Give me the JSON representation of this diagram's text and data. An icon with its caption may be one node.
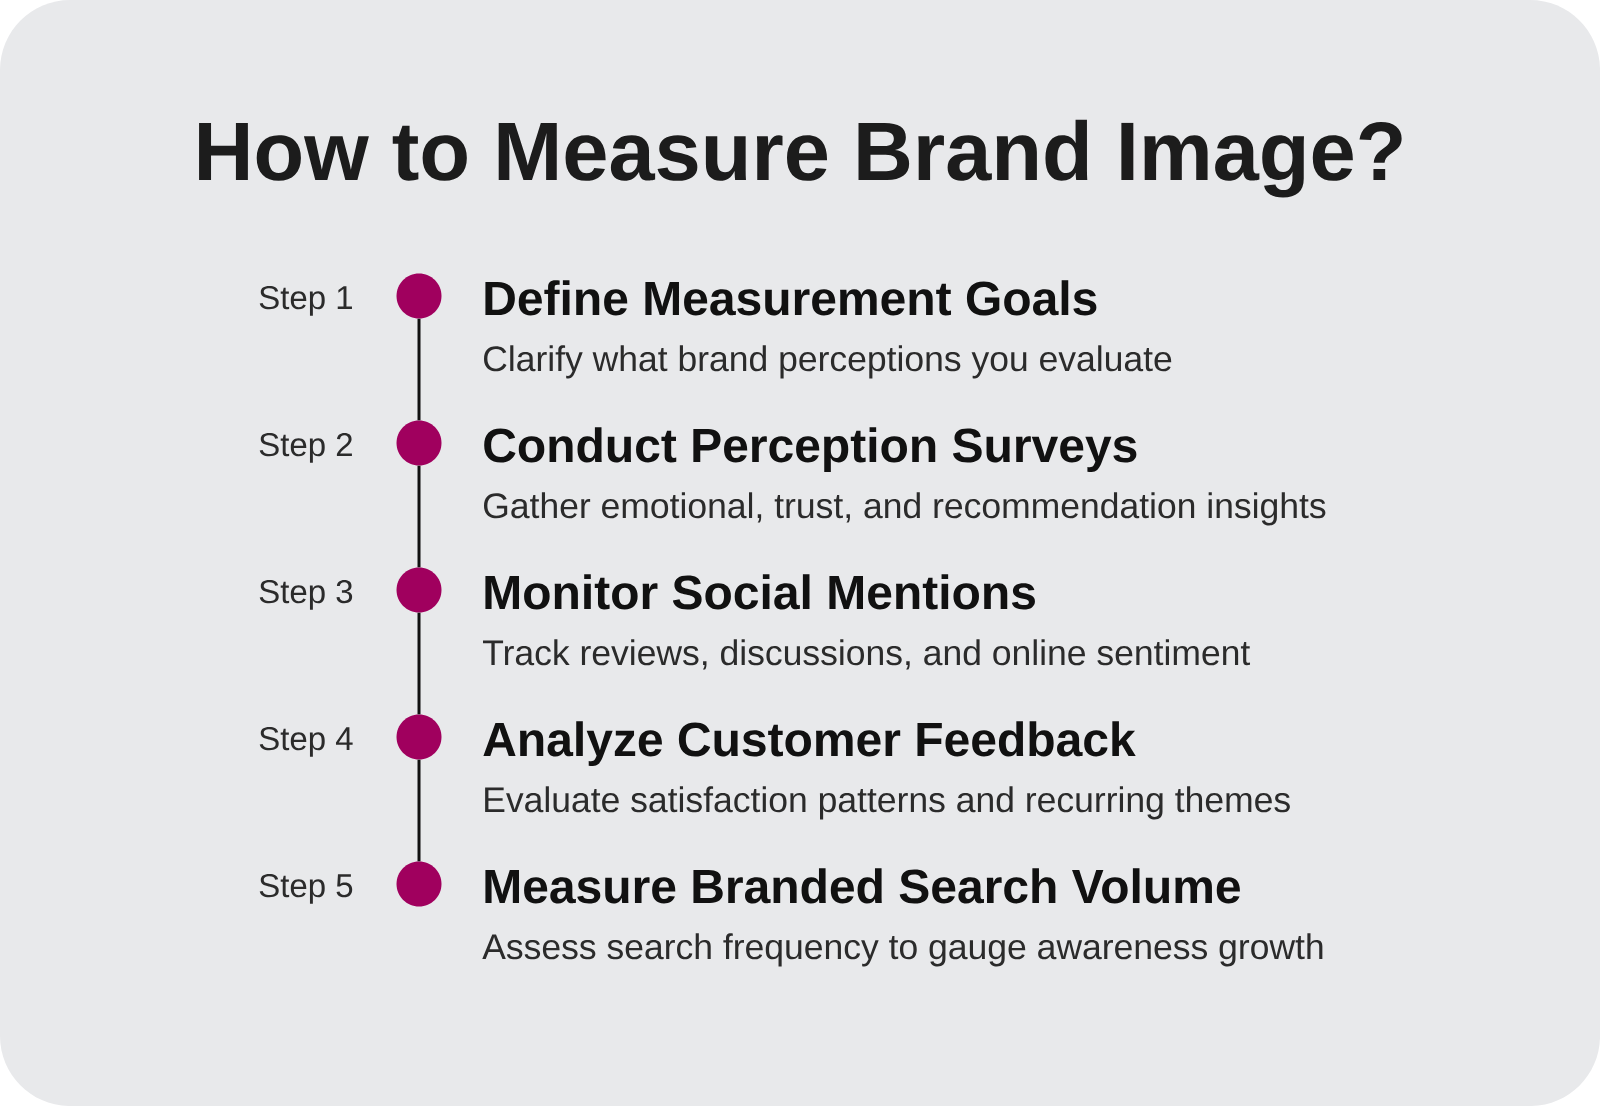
{
  "diagram": {
    "title": "How to Measure Brand Image?",
    "nodes": [
      {
        "text": [],
        "shape": "circle",
        "beside": [
          "Step 1",
          "Define Measurement Goals",
          "Clarify what brand perceptions you evaluate"
        ]
      },
      {
        "text": [],
        "shape": "circle",
        "beside": [
          "Step 2",
          "Conduct Perception Surveys",
          "Gather emotional, trust, and recommendation insights"
        ]
      },
      {
        "text": [],
        "shape": "circle",
        "beside": [
          "Step 3",
          "Monitor Social Mentions",
          "Track reviews, discussions, and online sentiment"
        ]
      },
      {
        "text": [],
        "shape": "circle",
        "beside": [
          "Step 4",
          "Analyze Customer Feedback",
          "Evaluate satisfaction patterns and recurring themes"
        ]
      },
      {
        "text": [],
        "shape": "circle",
        "beside": [
          "Step 5",
          "Measure Branded Search Volume",
          "Assess search frequency to gauge awareness growth"
        ]
      }
    ],
    "edges": [
      {
        "from": 0,
        "to": 1,
        "arrow": "none"
      },
      {
        "from": 1,
        "to": 2,
        "arrow": "none"
      },
      {
        "from": 2,
        "to": 3,
        "arrow": "none"
      },
      {
        "from": 3,
        "to": 4,
        "arrow": "none"
      }
    ]
  }
}
